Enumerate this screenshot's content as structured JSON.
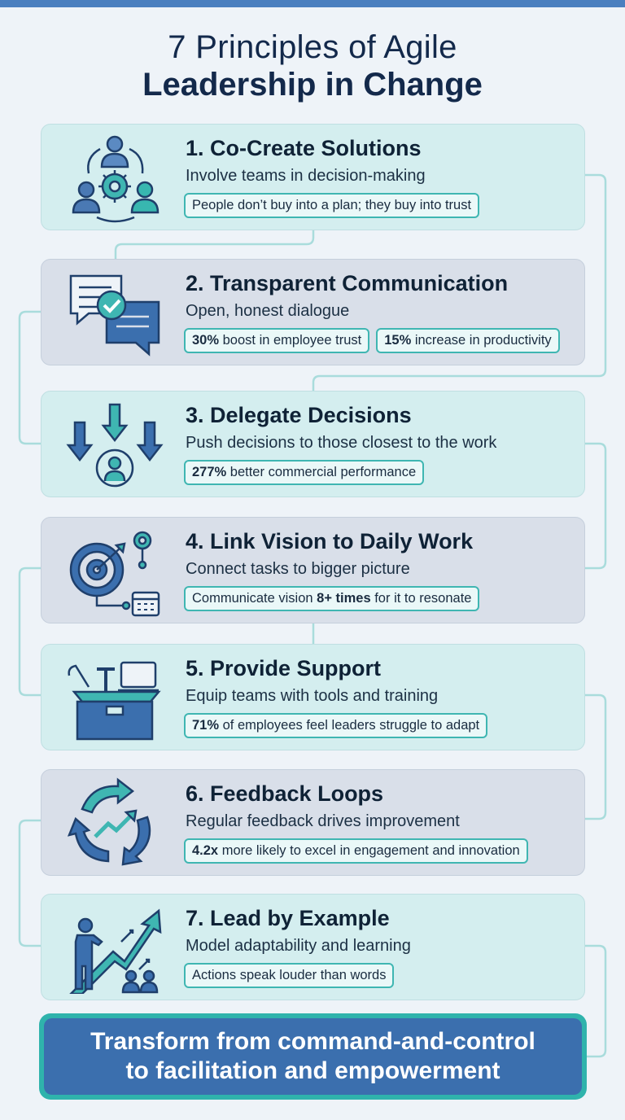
{
  "header": {
    "title_line1": "7 Principles of Agile",
    "title_line2": "Leadership in Change"
  },
  "principles": [
    {
      "title": "1. Co-Create Solutions",
      "subtitle": "Involve teams in decision-making",
      "icon": "people-gear-cycle-icon",
      "stats": [
        {
          "bold": "",
          "text": "People don’t buy into a plan; they buy into trust",
          "after": ""
        }
      ]
    },
    {
      "title": "2. Transparent Communication",
      "subtitle": "Open, honest dialogue",
      "icon": "chat-bubbles-check-icon",
      "stats": [
        {
          "bold": "30%",
          "text": " boost in employee trust",
          "after": ""
        },
        {
          "bold": "15%",
          "text": " increase in productivity",
          "after": ""
        }
      ]
    },
    {
      "title": "3. Delegate Decisions",
      "subtitle": "Push decisions to those closest to the work",
      "icon": "delegate-arrows-person-icon",
      "stats": [
        {
          "bold": "277%",
          "text": " better commercial performance",
          "after": ""
        }
      ]
    },
    {
      "title": "4. Link Vision to Daily Work",
      "subtitle": "Connect tasks to bigger picture",
      "icon": "target-gear-calendar-icon",
      "stats": [
        {
          "bold": "8+ times",
          "text": "Communicate vision ",
          "after": " for it to resonate",
          "bold_middle": true
        }
      ]
    },
    {
      "title": "5. Provide Support",
      "subtitle": "Equip teams with tools and training",
      "icon": "toolbox-laptop-icon",
      "stats": [
        {
          "bold": "71%",
          "text": " of employees feel leaders struggle to adapt",
          "after": ""
        }
      ]
    },
    {
      "title": "6. Feedback Loops",
      "subtitle": "Regular feedback drives improvement",
      "icon": "feedback-cycle-icon",
      "stats": [
        {
          "bold": "4.2x",
          "text": " more likely to excel in engagement and innovation",
          "after": ""
        }
      ]
    },
    {
      "title": "7. Lead by Example",
      "subtitle": "Model adaptability and learning",
      "icon": "leader-growth-icon",
      "stats": [
        {
          "bold": "",
          "text": "Actions speak louder than words",
          "after": ""
        }
      ]
    }
  ],
  "banner": {
    "line1": "Transform from command-and-control",
    "line2": "to facilitation and empowerment"
  },
  "colors": {
    "navy": "#13294b",
    "blue": "#3b6fae",
    "teal": "#2fb3ac",
    "card_teal": "#d4eeef",
    "card_gray": "#d9dfe9"
  }
}
